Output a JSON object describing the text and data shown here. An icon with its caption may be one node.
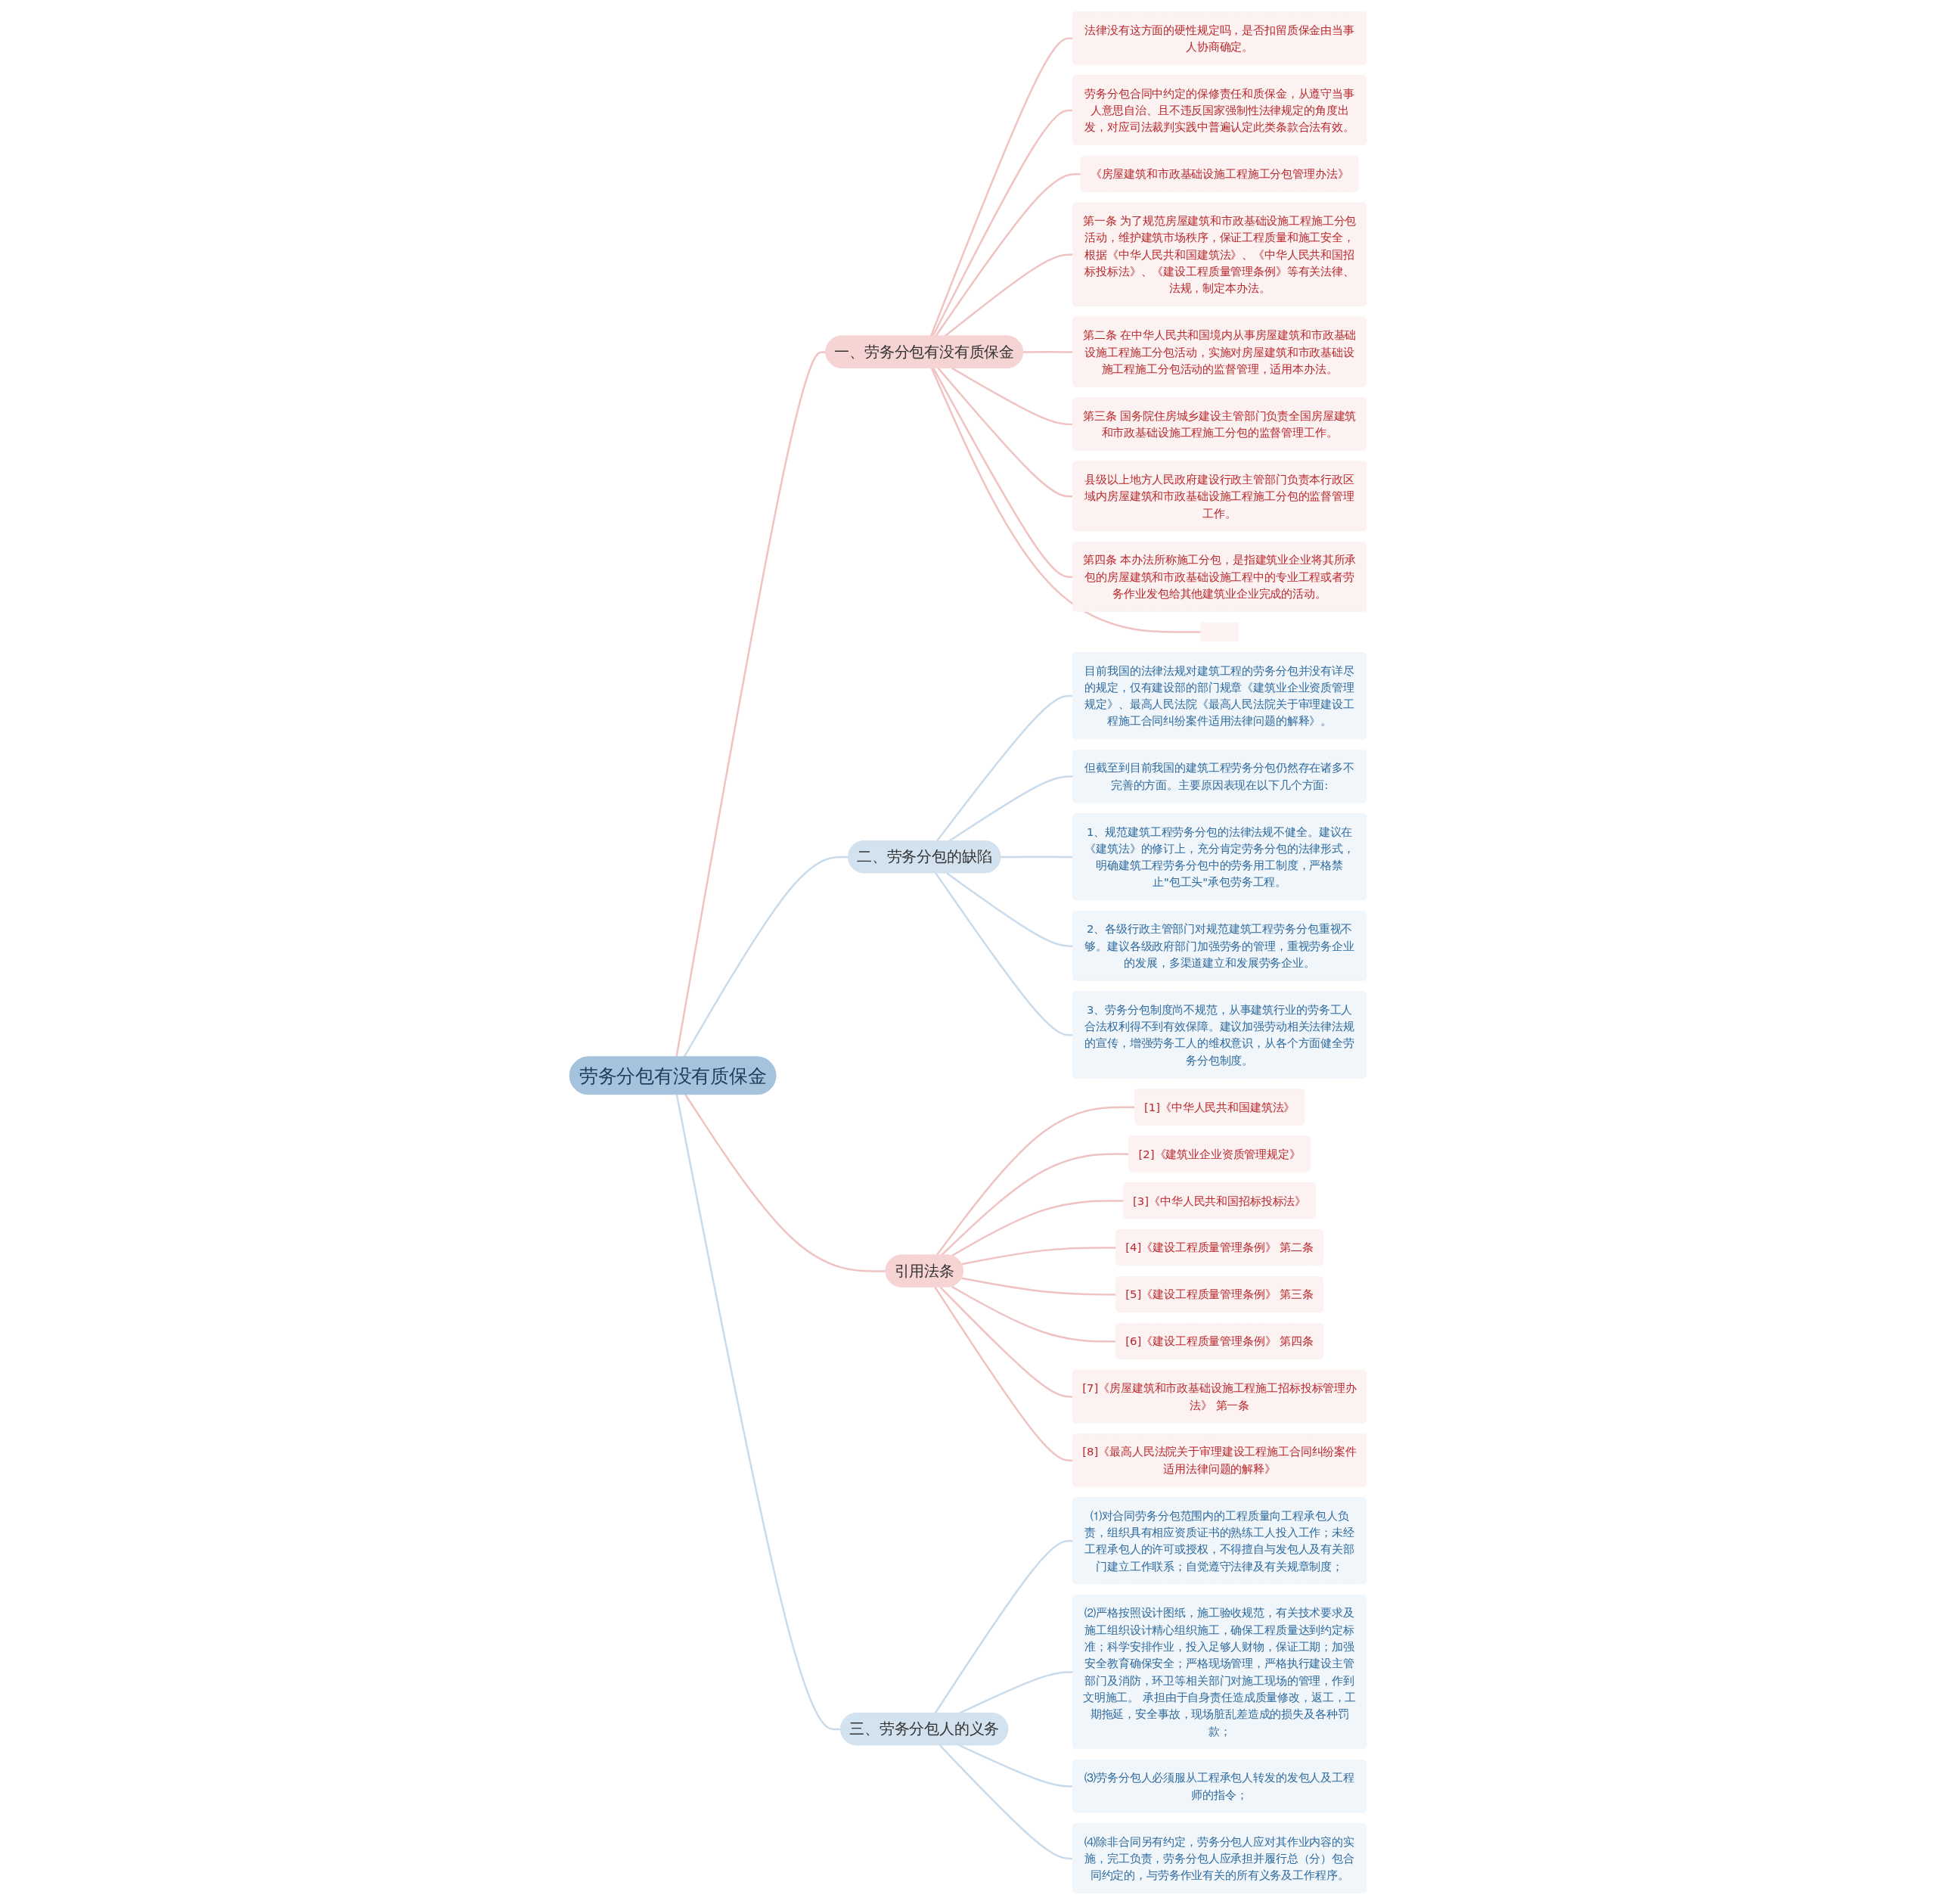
{
  "diagram": {
    "nodes": [
      {
        "text": [
          "劳务分包有没有质保金"
        ]
      },
      {
        "text": [
          "一、劳务分包有没有质保金"
        ]
      },
      {
        "text": [
          "法律没有这方面的硬性规定吗，是否扣留质保金由当事人协商确定。"
        ]
      },
      {
        "text": [
          "劳务分包合同中约定的保修责任和质保金，从遵守当事人意思自治、且不违反国家强制性法律规定的角度出发，对应司法裁判实践中普遍认定此类条款合法有效。"
        ]
      },
      {
        "text": [
          "《房屋建筑和市政基础设施工程施工分包管理办法》"
        ]
      },
      {
        "text": [
          "第一条 为了规范房屋建筑和市政基础设施工程施工分包活动，维护建筑市场秩序，保证工程质量和施工安全，根据《中华人民共和国建筑法》、《中华人民共和国招标投标法》、《建设工程质量管理条例》等有关法律、法规，制定本办法。"
        ]
      },
      {
        "text": [
          "第二条 在中华人民共和国境内从事房屋建筑和市政基础设施工程施工分包活动，实施对房屋建筑和市政基础设施工程施工分包活动的监督管理，适用本办法。"
        ]
      },
      {
        "text": [
          "第三条 国务院住房城乡建设主管部门负责全国房屋建筑和市政基础设施工程施工分包的监督管理工作。"
        ]
      },
      {
        "text": [
          "县级以上地方人民政府建设行政主管部门负责本行政区域内房屋建筑和市政基础设施工程施工分包的监督管理工作。"
        ]
      },
      {
        "text": [
          "第四条 本办法所称施工分包，是指建筑业企业将其所承包的房屋建筑和市政基础设施工程中的专业工程或者劳务作业发包给其他建筑业企业完成的活动。"
        ]
      },
      {
        "text": [],
        "shape": "box"
      },
      {
        "text": [
          "二、劳务分包的缺陷"
        ]
      },
      {
        "text": [
          "目前我国的法律法规对建筑工程的劳务分包并没有详尽的规定，仅有建设部的部门规章《建筑业企业资质管理规定》、最高人民法院《最高人民法院关于审理建设工程施工合同纠纷案件适用法律问题的解释》。"
        ]
      },
      {
        "text": [
          "但截至到目前我国的建筑工程劳务分包仍然存在诸多不完善的方面。主要原因表现在以下几个方面:"
        ]
      },
      {
        "text": [
          "1、规范建筑工程劳务分包的法律法规不健全。建议在《建筑法》的修订上，充分肯定劳务分包的法律形式，明确建筑工程劳务分包中的劳务用工制度，严格禁止\"包工头\"承包劳务工程。"
        ]
      },
      {
        "text": [
          "2、各级行政主管部门对规范建筑工程劳务分包重视不够。建议各级政府部门加强劳务的管理，重视劳务企业的发展，多渠道建立和发展劳务企业。"
        ]
      },
      {
        "text": [
          "3、劳务分包制度尚不规范，从事建筑行业的劳务工人合法权利得不到有效保障。建议加强劳动相关法律法规的宣传，增强劳务工人的维权意识，从各个方面健全劳务分包制度。"
        ]
      },
      {
        "text": [
          "引用法条"
        ]
      },
      {
        "text": [
          "[1]《中华人民共和国建筑法》"
        ]
      },
      {
        "text": [
          "[2]《建筑业企业资质管理规定》"
        ]
      },
      {
        "text": [
          "[3]《中华人民共和国招标投标法》"
        ]
      },
      {
        "text": [
          "[4]《建设工程质量管理条例》 第二条"
        ]
      },
      {
        "text": [
          "[5]《建设工程质量管理条例》 第三条"
        ]
      },
      {
        "text": [
          "[6]《建设工程质量管理条例》 第四条"
        ]
      },
      {
        "text": [
          "[7]《房屋建筑和市政基础设施工程施工招标投标管理办法》 第一条"
        ]
      },
      {
        "text": [
          "[8]《最高人民法院关于审理建设工程施工合同纠纷案件适用法律问题的解释》"
        ]
      },
      {
        "text": [
          "三、劳务分包人的义务"
        ]
      },
      {
        "text": [
          "⑴对合同劳务分包范围内的工程质量向工程承包人负责，组织具有相应资质证书的熟练工人投入工作；未经工程承包人的许可或授权，不得擅自与发包人及有关部门建立工作联系；自觉遵守法律及有关规章制度；"
        ]
      },
      {
        "text": [
          "⑵严格按照设计图纸，施工验收规范，有关技术要求及施工组织设计精心组织施工，确保工程质量达到约定标准；科学安排作业，投入足够人财物，保证工期；加强安全教育确保安全；严格现场管理，严格执行建设主管部门及消防，环卫等相关部门对施工现场的管理，作到文明施工。 承担由于自身责任造成质量修改，返工，工期拖延，安全事故，现场脏乱差造成的损失及各种罚款；"
        ]
      },
      {
        "text": [
          "⑶劳务分包人必须服从工程承包人转发的发包人及工程师的指令；"
        ]
      },
      {
        "text": [
          "⑷除非合同另有约定，劳务分包人应对其作业内容的实施，完工负责，劳务分包人应承担并履行总（分）包合同约定的，与劳务作业有关的所有义务及工作程序。"
        ]
      }
    ],
    "edges": [
      {
        "from": 0,
        "to": 1,
        "arrow": "none"
      },
      {
        "from": 1,
        "to": 2,
        "arrow": "none"
      },
      {
        "from": 1,
        "to": 3,
        "arrow": "none"
      },
      {
        "from": 1,
        "to": 4,
        "arrow": "none"
      },
      {
        "from": 1,
        "to": 5,
        "arrow": "none"
      },
      {
        "from": 1,
        "to": 6,
        "arrow": "none"
      },
      {
        "from": 1,
        "to": 7,
        "arrow": "none"
      },
      {
        "from": 1,
        "to": 8,
        "arrow": "none"
      },
      {
        "from": 1,
        "to": 9,
        "arrow": "none"
      },
      {
        "from": 1,
        "to": 10,
        "arrow": "none"
      },
      {
        "from": 0,
        "to": 11,
        "arrow": "none",
        "color": "#c9dbea"
      },
      {
        "from": 11,
        "to": 12,
        "arrow": "none",
        "color": "#c9dbea"
      },
      {
        "from": 11,
        "to": 13,
        "arrow": "none",
        "color": "#c9dbea"
      },
      {
        "from": 11,
        "to": 14,
        "arrow": "none",
        "color": "#c9dbea"
      },
      {
        "from": 11,
        "to": 15,
        "arrow": "none",
        "color": "#c9dbea"
      },
      {
        "from": 11,
        "to": 16,
        "arrow": "none",
        "color": "#c9dbea"
      },
      {
        "from": 0,
        "to": 17,
        "arrow": "none"
      },
      {
        "from": 17,
        "to": 18,
        "arrow": "none"
      },
      {
        "from": 17,
        "to": 19,
        "arrow": "none"
      },
      {
        "from": 17,
        "to": 20,
        "arrow": "none"
      },
      {
        "from": 17,
        "to": 21,
        "arrow": "none"
      },
      {
        "from": 17,
        "to": 22,
        "arrow": "none"
      },
      {
        "from": 17,
        "to": 23,
        "arrow": "none"
      },
      {
        "from": 17,
        "to": 24,
        "arrow": "none"
      },
      {
        "from": 17,
        "to": 25,
        "arrow": "none"
      },
      {
        "from": 0,
        "to": 26,
        "arrow": "none",
        "color": "#c9dbea"
      },
      {
        "from": 26,
        "to": 27,
        "arrow": "none",
        "color": "#c9dbea"
      },
      {
        "from": 26,
        "to": 28,
        "arrow": "none",
        "color": "#c9dbea"
      },
      {
        "from": 26,
        "to": 29,
        "arrow": "none",
        "color": "#c9dbea"
      },
      {
        "from": 26,
        "to": 30,
        "arrow": "none",
        "color": "#c9dbea"
      }
    ]
  }
}
